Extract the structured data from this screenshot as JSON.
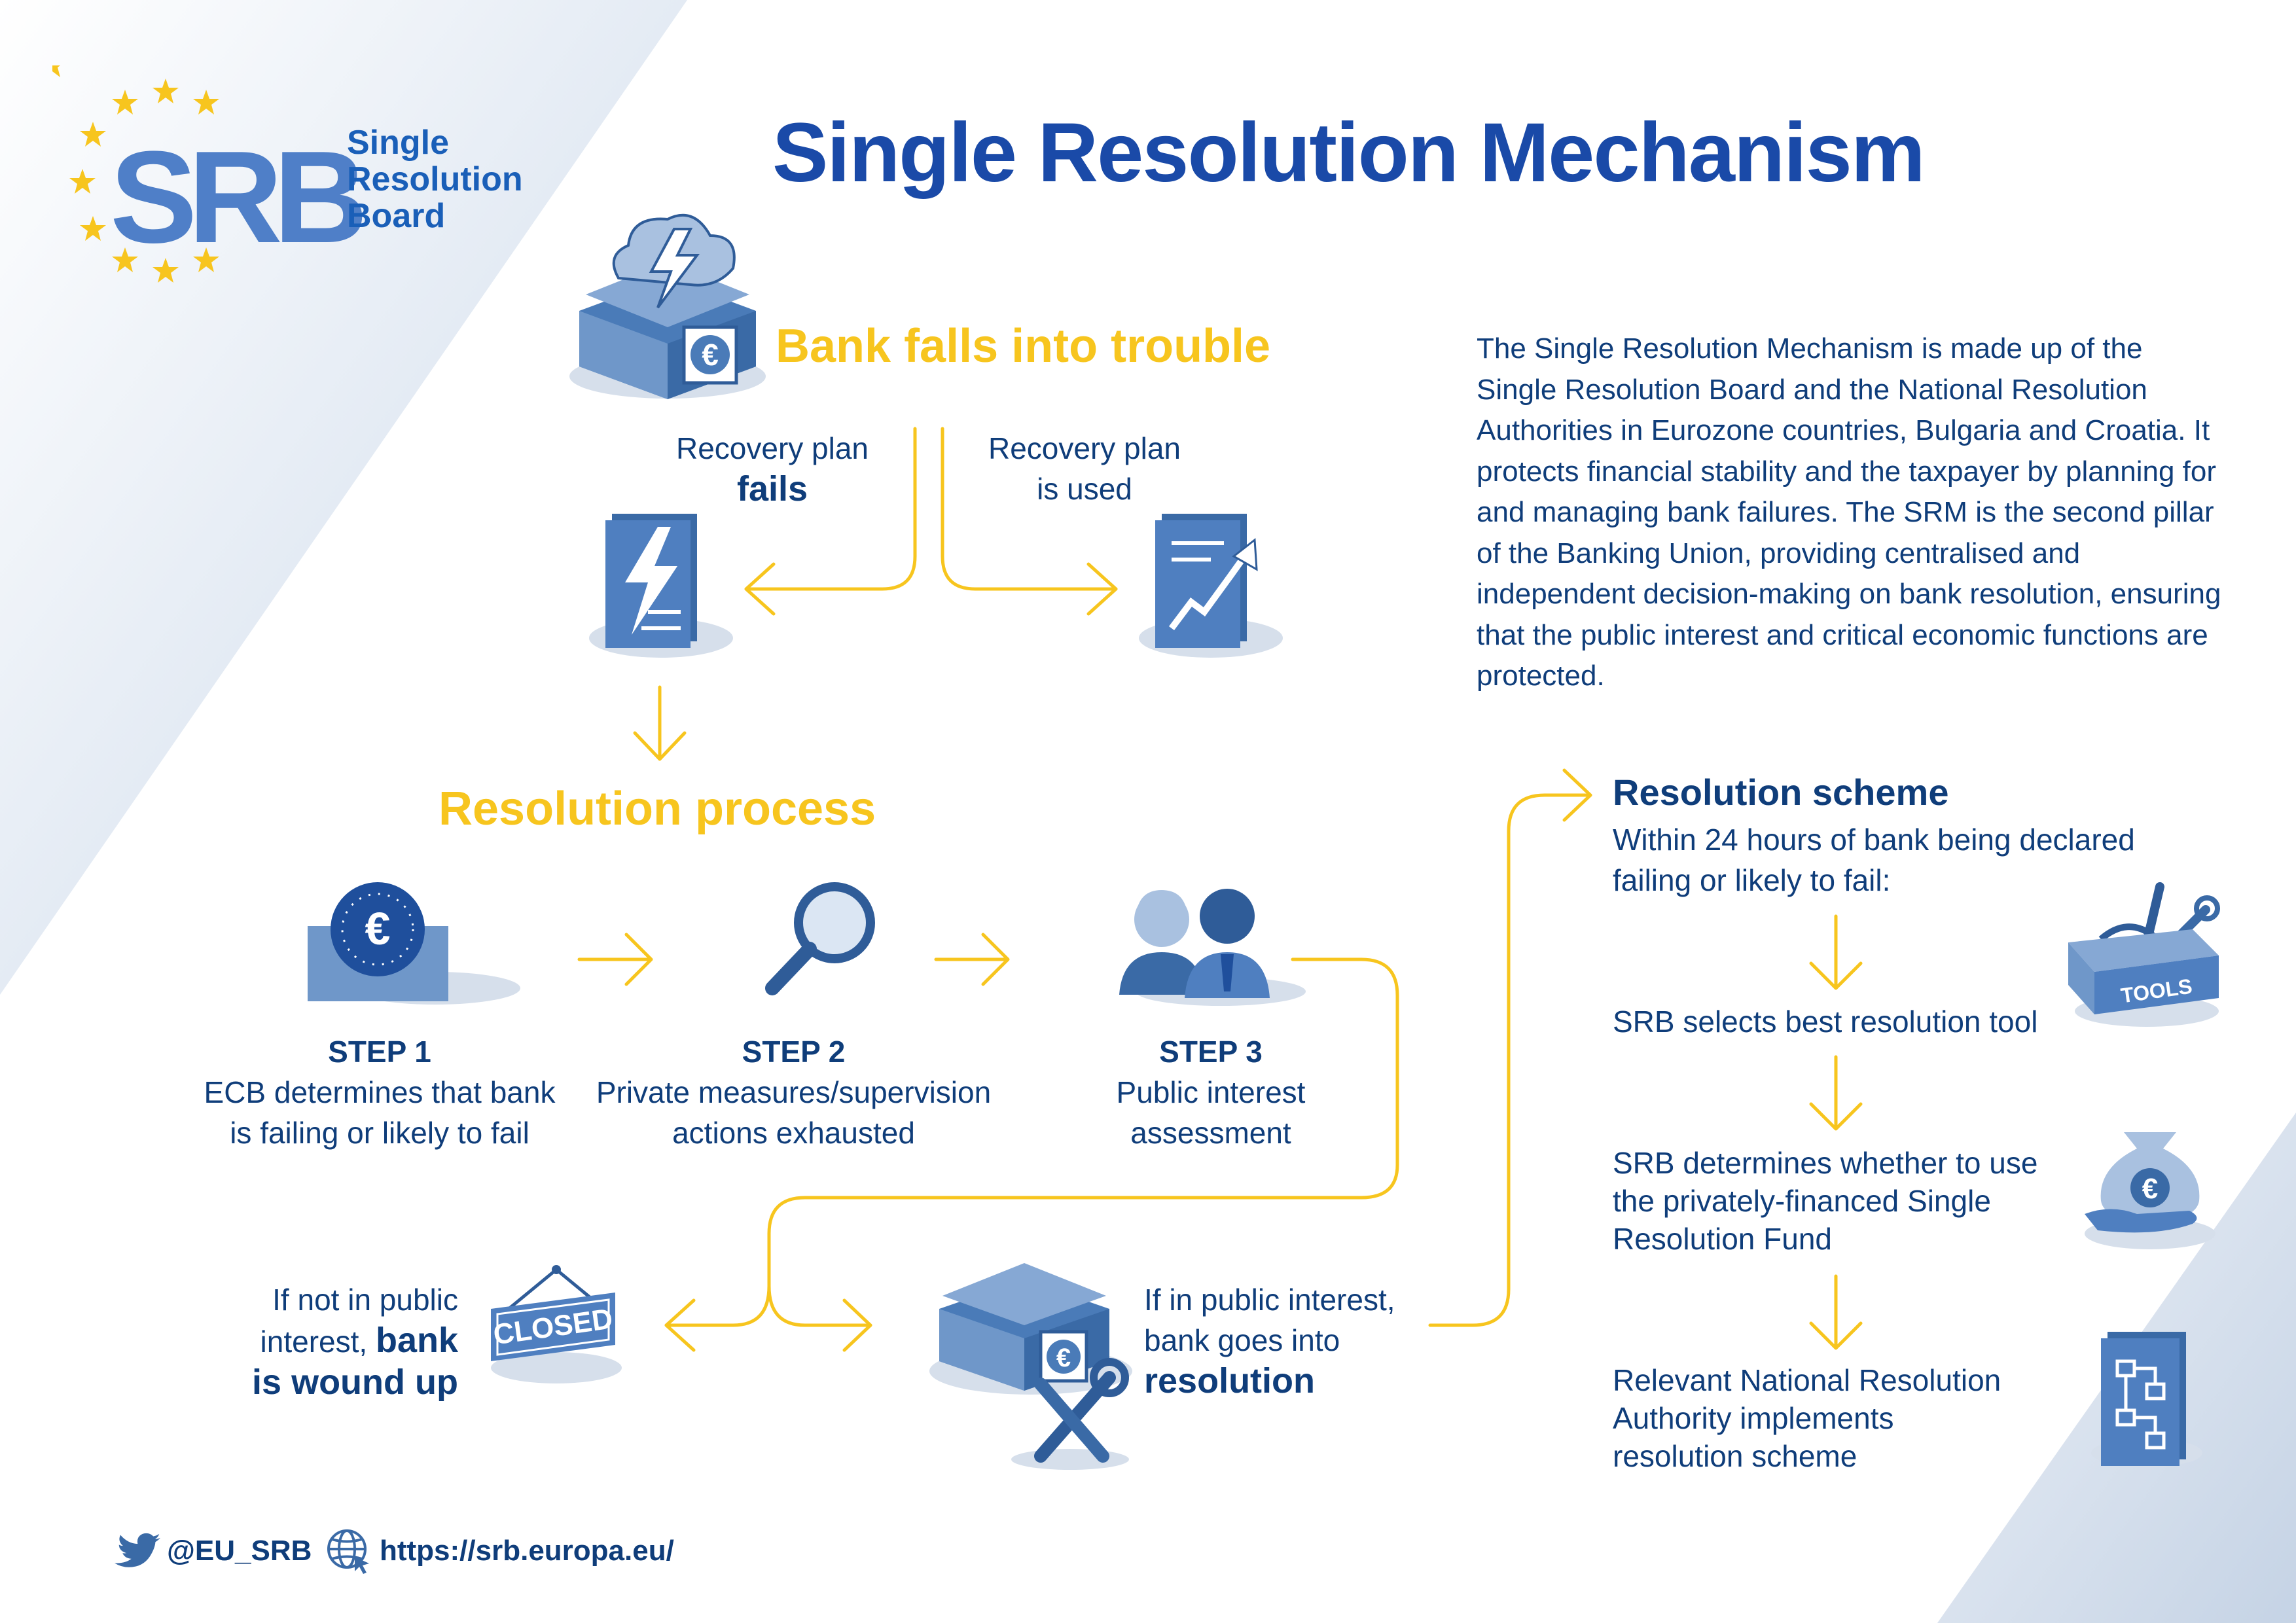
{
  "header": {
    "title": "Single Resolution Mechanism",
    "logo_mark": "SRB",
    "logo_line1": "Single",
    "logo_line2": "Resolution",
    "logo_line3": "Board"
  },
  "trouble": {
    "heading": "Bank falls into trouble",
    "fails_line1": "Recovery plan",
    "fails_line2": "fails",
    "used_line1": "Recovery plan",
    "used_line2": "is used"
  },
  "intro": "The Single Resolution Mechanism is made up of the Single Resolution Board and the National Resolution Authorities in Eurozone countries, Bulgaria and Croatia. It protects financial stability and the taxpayer by planning for and managing bank failures. The SRM is the second pillar of the Banking Union, providing centralised and independent decision-making on bank resolution, ensuring that the public interest and critical economic functions are protected.",
  "process": {
    "heading": "Resolution process",
    "steps": [
      {
        "label": "STEP 1",
        "line1": "ECB determines that bank",
        "line2": "is failing or likely to fail"
      },
      {
        "label": "STEP 2",
        "line1": "Private measures/supervision",
        "line2": "actions exhausted"
      },
      {
        "label": "STEP 3",
        "line1": "Public interest",
        "line2": "assessment"
      }
    ]
  },
  "outcomes": {
    "wound_line1": "If not in public",
    "wound_line2a": "interest, ",
    "wound_line2b": "bank",
    "wound_line3": "is wound up",
    "closed_sign": "CLOSED",
    "res_line1": "If in public interest,",
    "res_line2": "bank goes into",
    "res_line3": "resolution"
  },
  "scheme": {
    "title": "Resolution scheme",
    "subtitle": "Within 24 hours of bank being declared failing or likely to fail:",
    "item1": "SRB selects best resolution tool",
    "item2_line1": "SRB determines whether to use",
    "item2_line2": "the privately-financed Single",
    "item2_line3": "Resolution Fund",
    "item3_line1": "Relevant National Resolution",
    "item3_line2": "Authority implements",
    "item3_line3": "resolution scheme",
    "tools_label": "TOOLS"
  },
  "footer": {
    "twitter": "@EU_SRB",
    "website": "https://srb.europa.eu/"
  },
  "colors": {
    "primary_blue": "#1a4aa8",
    "dark_blue": "#0f3d7a",
    "accent_yellow": "#f7c51e",
    "icon_blue": "#3a6fb0"
  }
}
